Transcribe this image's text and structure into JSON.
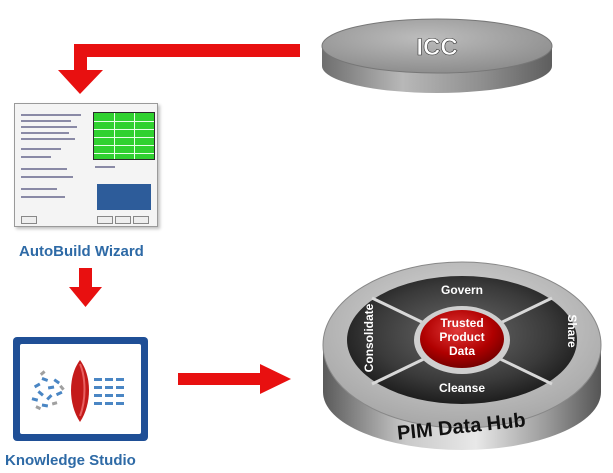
{
  "nodes": {
    "icc": "ICC",
    "autobuild": "AutoBuild Wizard",
    "knowledge_studio": "Knowledge Studio",
    "hub": {
      "center_lines": [
        "Trusted",
        "Product",
        "Data"
      ],
      "top": "Govern",
      "left": "Consolidate",
      "right": "Share",
      "bottom": "Cleanse",
      "base": "PIM Data Hub"
    }
  },
  "colors": {
    "arrow": "#e81010",
    "label": "#2e6aa6",
    "disk": "#9a9a9a",
    "hub_center": "#c00000"
  },
  "icons": [
    "wizard-screenshot",
    "knowledge-studio-lens-icon"
  ]
}
